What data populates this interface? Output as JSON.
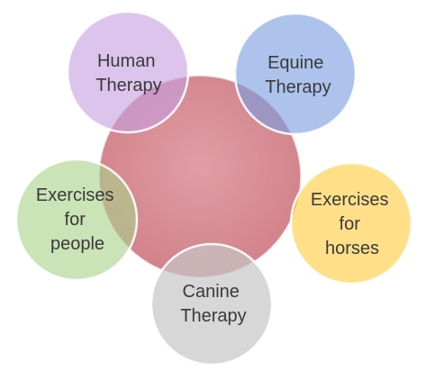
{
  "diagram": {
    "center": {
      "color": "#c9646e"
    },
    "nodes": [
      {
        "id": "human-therapy",
        "lines": [
          "Human",
          "Therapy"
        ],
        "color": "#c79fe0"
      },
      {
        "id": "equine-therapy",
        "lines": [
          "Equine",
          "Therapy"
        ],
        "color": "#7b9ee0"
      },
      {
        "id": "exercises-for-horses",
        "lines": [
          "Exercises",
          "for",
          "horses"
        ],
        "color": "#ffd04a"
      },
      {
        "id": "canine-therapy",
        "lines": [
          "Canine",
          "Therapy"
        ],
        "color": "#c6c6c6"
      },
      {
        "id": "exercises-for-people",
        "lines": [
          "Exercises",
          "for",
          "people"
        ],
        "color": "#a9d28b"
      }
    ]
  }
}
